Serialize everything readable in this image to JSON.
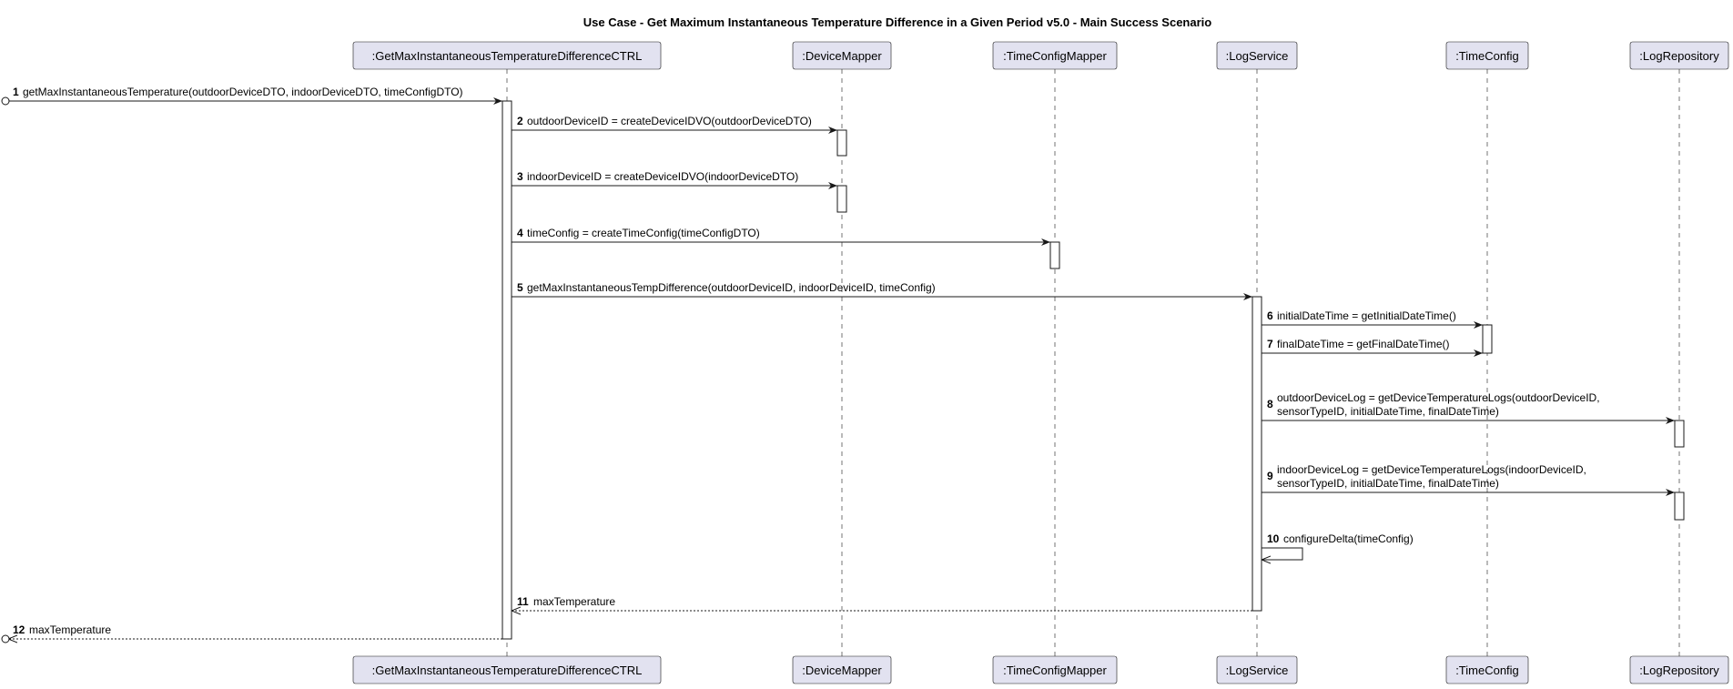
{
  "title": "Use Case - Get Maximum Instantaneous Temperature Difference in a Given Period v5.0 - Main Success Scenario",
  "participants": [
    {
      "id": "ctrl",
      "label": ":GetMaxInstantaneousTemperatureDifferenceCTRL"
    },
    {
      "id": "devmap",
      "label": ":DeviceMapper"
    },
    {
      "id": "tcmap",
      "label": ":TimeConfigMapper"
    },
    {
      "id": "logsvc",
      "label": ":LogService"
    },
    {
      "id": "tc",
      "label": ":TimeConfig"
    },
    {
      "id": "logrepo",
      "label": ":LogRepository"
    }
  ],
  "messages": [
    {
      "num": "1",
      "from": "external",
      "to": "ctrl",
      "kind": "sync",
      "lines": [
        "getMaxInstantaneousTemperature(outdoorDeviceDTO, indoorDeviceDTO, timeConfigDTO)"
      ]
    },
    {
      "num": "2",
      "from": "ctrl",
      "to": "devmap",
      "kind": "sync",
      "lines": [
        "outdoorDeviceID = createDeviceIDVO(outdoorDeviceDTO)"
      ]
    },
    {
      "num": "3",
      "from": "ctrl",
      "to": "devmap",
      "kind": "sync",
      "lines": [
        "indoorDeviceID = createDeviceIDVO(indoorDeviceDTO)"
      ]
    },
    {
      "num": "4",
      "from": "ctrl",
      "to": "tcmap",
      "kind": "sync",
      "lines": [
        "timeConfig = createTimeConfig(timeConfigDTO)"
      ]
    },
    {
      "num": "5",
      "from": "ctrl",
      "to": "logsvc",
      "kind": "sync",
      "lines": [
        "getMaxInstantaneousTempDifference(outdoorDeviceID, indoorDeviceID, timeConfig)"
      ]
    },
    {
      "num": "6",
      "from": "logsvc",
      "to": "tc",
      "kind": "sync",
      "lines": [
        "initialDateTime = getInitialDateTime()"
      ]
    },
    {
      "num": "7",
      "from": "logsvc",
      "to": "tc",
      "kind": "sync",
      "lines": [
        "finalDateTime = getFinalDateTime()"
      ]
    },
    {
      "num": "8",
      "from": "logsvc",
      "to": "logrepo",
      "kind": "sync",
      "lines": [
        "outdoorDeviceLog = getDeviceTemperatureLogs(outdoorDeviceID,",
        "sensorTypeID, initialDateTime, finalDateTime)"
      ]
    },
    {
      "num": "9",
      "from": "logsvc",
      "to": "logrepo",
      "kind": "sync",
      "lines": [
        "indoorDeviceLog = getDeviceTemperatureLogs(indoorDeviceID,",
        "sensorTypeID, initialDateTime, finalDateTime)"
      ]
    },
    {
      "num": "10",
      "from": "logsvc",
      "to": "logsvc",
      "kind": "self",
      "lines": [
        "configureDelta(timeConfig)"
      ]
    },
    {
      "num": "11",
      "from": "logsvc",
      "to": "ctrl",
      "kind": "return",
      "lines": [
        "maxTemperature"
      ]
    },
    {
      "num": "12",
      "from": "ctrl",
      "to": "external",
      "kind": "return",
      "lines": [
        "maxTemperature"
      ]
    }
  ]
}
